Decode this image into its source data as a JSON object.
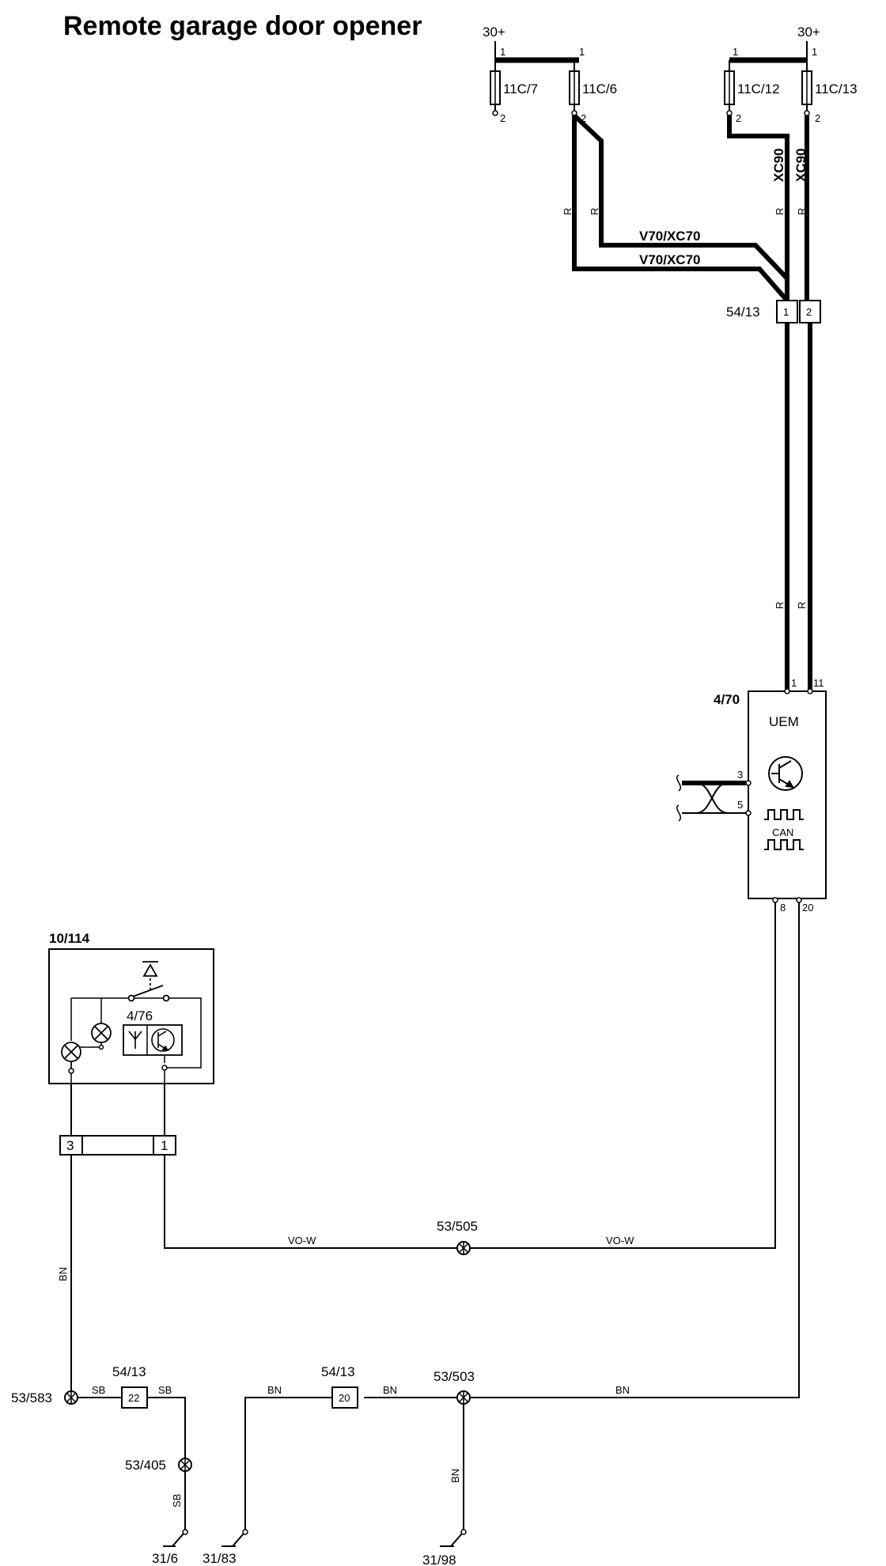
{
  "diagram": {
    "title": "Remote garage door opener",
    "supply": [
      "30+",
      "30+"
    ],
    "fuses": [
      "11C/7",
      "11C/6",
      "11C/12",
      "11C/13"
    ],
    "pins": {
      "p1": "1",
      "p2": "2",
      "p3": "3",
      "p5": "5",
      "p8": "8",
      "p11": "11",
      "p20": "20",
      "p22": "22"
    },
    "variants": {
      "v70": "V70/XC70",
      "xc90": "XC90"
    },
    "wire_colors": {
      "r": "R",
      "bn": "BN",
      "sb": "SB",
      "vow": "VO-W"
    },
    "connectors": {
      "c5413": "54/13"
    },
    "modules": {
      "uem_ref": "4/70",
      "uem_label": "UEM",
      "can_label": "CAN",
      "opener_ref": "10/114",
      "transmitter_ref": "4/76"
    },
    "splices": {
      "s505": "53/505",
      "s583": "53/583",
      "s503": "53/503",
      "s405": "53/405"
    },
    "grounds": {
      "g6": "31/6",
      "g83": "31/83",
      "g98": "31/98"
    }
  }
}
